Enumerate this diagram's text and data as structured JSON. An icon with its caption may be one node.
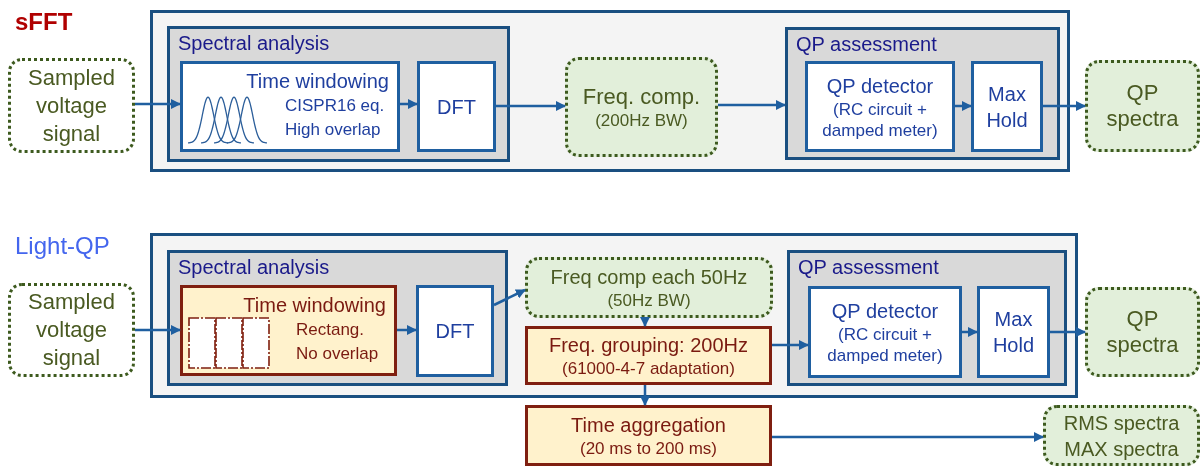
{
  "diagram": {
    "nodes": [
      {
        "text": [],
        "shape": "box"
      },
      {
        "text": [
          "Sampled voltage signal"
        ]
      },
      {
        "text": [
          "Spectral analysis"
        ],
        "in": 0
      },
      {
        "text": [
          "Time windowing",
          "CISPR16 eq. High overlap"
        ],
        "in": 2
      },
      {
        "text": [
          "DFT"
        ],
        "in": 2
      },
      {
        "text": [
          "Freq. comp.",
          "(200Hz BW)"
        ],
        "in": 0
      },
      {
        "text": [
          "QP assessment"
        ],
        "in": 0
      },
      {
        "text": [
          "QP detector",
          "(RC circuit + damped meter)"
        ],
        "in": 6
      },
      {
        "text": [
          "Max Hold"
        ],
        "in": 6
      },
      {
        "text": [
          "QP spectra"
        ]
      },
      {
        "text": [],
        "shape": "box"
      },
      {
        "text": [
          "Sampled voltage signal"
        ]
      },
      {
        "text": [
          "Spectral analysis"
        ],
        "in": 10
      },
      {
        "text": [
          "Time windowing",
          "Rectang. No overlap"
        ],
        "in": 12
      },
      {
        "text": [
          "DFT"
        ],
        "in": 12
      },
      {
        "text": [
          "Freq comp each 50Hz",
          "(50Hz BW)"
        ],
        "in": 10
      },
      {
        "text": [
          "Freq. grouping: 200Hz",
          "(61000-4-7 adaptation)"
        ],
        "in": 10
      },
      {
        "text": [
          "QP assessment"
        ],
        "in": 10
      },
      {
        "text": [
          "QP detector",
          "(RC circuit + damped meter)"
        ],
        "in": 17
      },
      {
        "text": [
          "Max Hold"
        ],
        "in": 17
      },
      {
        "text": [
          "QP spectra"
        ]
      },
      {
        "text": [
          "Time aggregation",
          "(20 ms to 200 ms)"
        ]
      },
      {
        "text": [
          "RMS spectra MAX spectra"
        ]
      }
    ],
    "edges": [
      {
        "from": 1,
        "to": 3,
        "arrow": "to"
      },
      {
        "from": 3,
        "to": 4,
        "arrow": "to"
      },
      {
        "from": 4,
        "to": 5,
        "arrow": "to"
      },
      {
        "from": 5,
        "to": 6,
        "arrow": "to"
      },
      {
        "from": 7,
        "to": 8,
        "arrow": "to"
      },
      {
        "from": 8,
        "to": 9,
        "arrow": "to"
      },
      {
        "from": 11,
        "to": 13,
        "arrow": "to"
      },
      {
        "from": 13,
        "to": 14,
        "arrow": "to"
      },
      {
        "from": 14,
        "to": 15,
        "arrow": "to"
      },
      {
        "from": 15,
        "to": 16,
        "arrow": "to"
      },
      {
        "from": 16,
        "to": 18,
        "arrow": "to"
      },
      {
        "from": 18,
        "to": 19,
        "arrow": "to"
      },
      {
        "from": 19,
        "to": 20,
        "arrow": "to"
      },
      {
        "from": 16,
        "to": 21,
        "arrow": "to"
      },
      {
        "from": 21,
        "to": 22,
        "arrow": "to"
      }
    ],
    "labels": [
      "sFFT",
      "Light-QP"
    ]
  }
}
